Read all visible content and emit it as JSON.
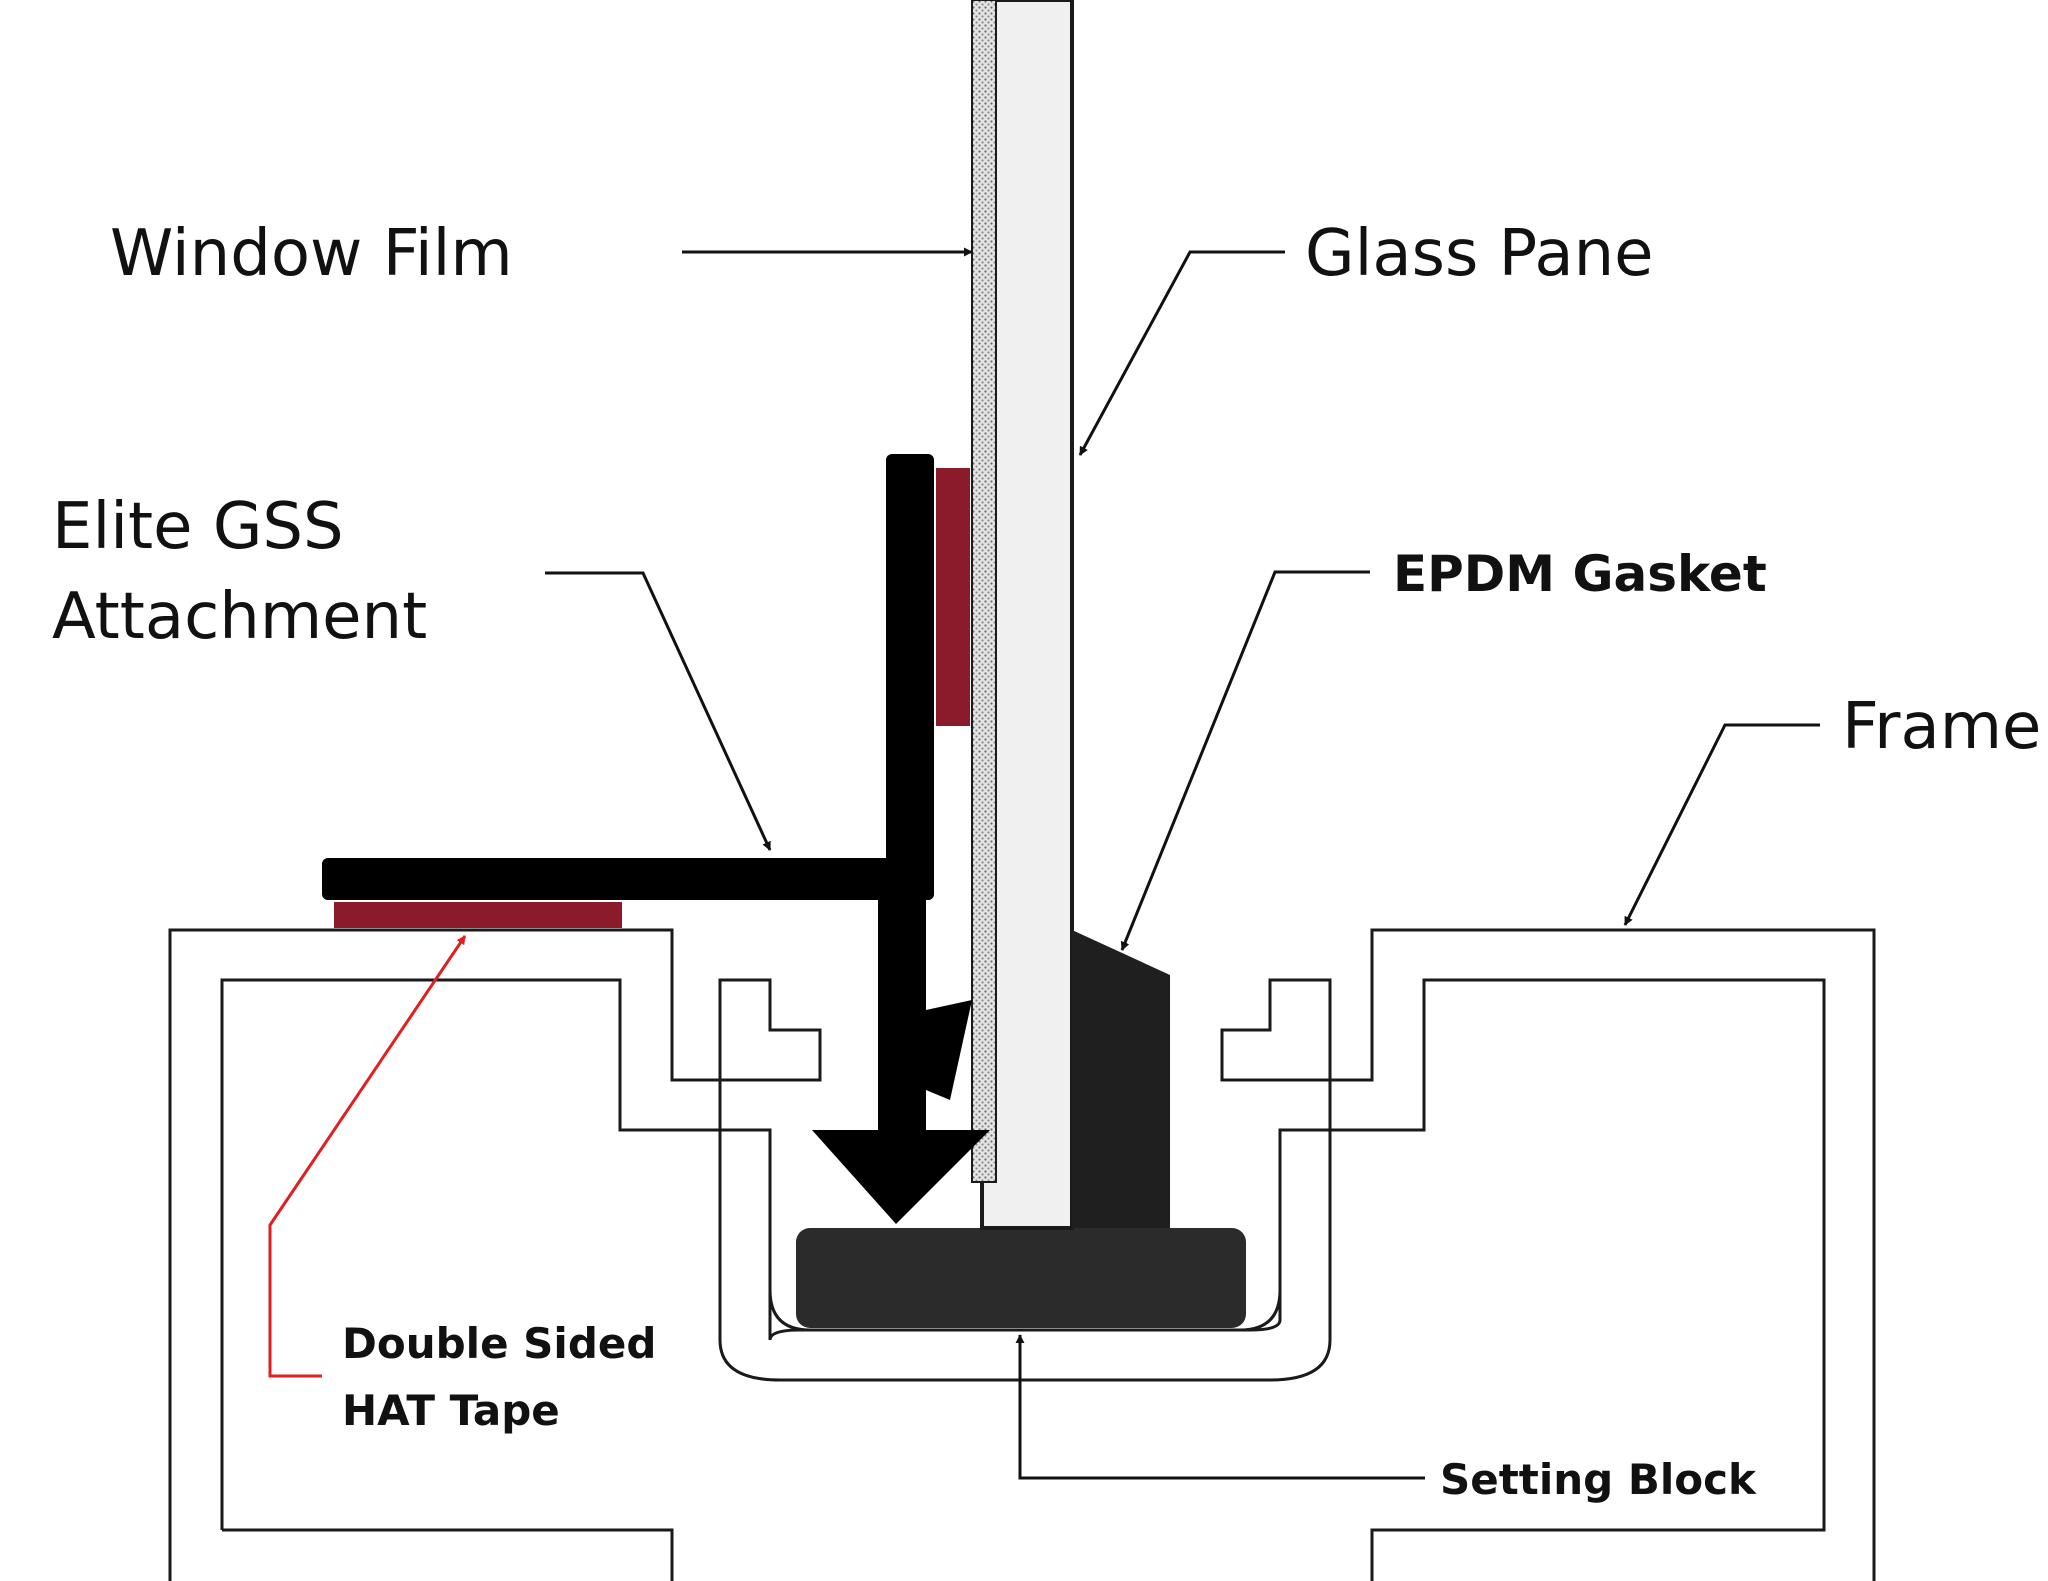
{
  "labels": {
    "window_film": "Window Film",
    "glass_pane": "Glass Pane",
    "elite_gss_line1": "Elite GSS",
    "elite_gss_line2": "Attachment",
    "epdm_gasket": "EPDM Gasket",
    "frame": "Frame",
    "tape_line1": "Double Sided",
    "tape_line2": "HAT Tape",
    "setting_block": "Setting Block"
  },
  "colors": {
    "tape": "#8b1a2b",
    "attachment": "#000000",
    "gasket": "#1f1f1f",
    "setting_block": "#2b2b2b",
    "glass": "#f0f0f0",
    "film": "#cfcfcf",
    "frame_line": "#1a1a1a",
    "tape_leader": "#e02020"
  }
}
